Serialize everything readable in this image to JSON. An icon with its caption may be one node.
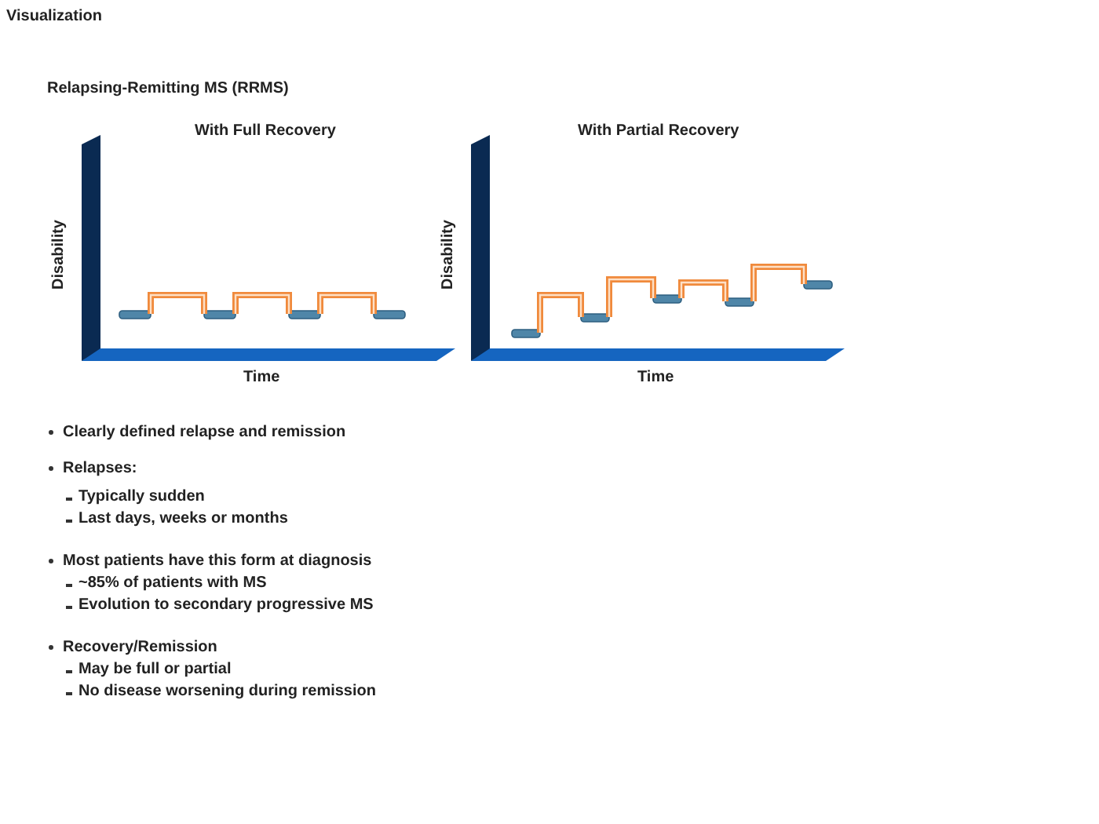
{
  "diagram": {
    "title": "Visualization",
    "labels": [
      "Relapsing-Remitting MS (RRMS)",
      "With Full Recovery",
      "Disability",
      "Time",
      "With Partial Recovery",
      "Disability",
      "Time",
      "Clearly defined relapse and remission",
      "Relapses:",
      "Typically sudden",
      "Last  days, weeks or months",
      "Most patients have this form at diagnosis",
      "~85% of patients with MS",
      "Evolution to secondary progressive MS",
      "Recovery/Remission",
      "May be full or partial",
      "No disease worsening during remission"
    ]
  }
}
